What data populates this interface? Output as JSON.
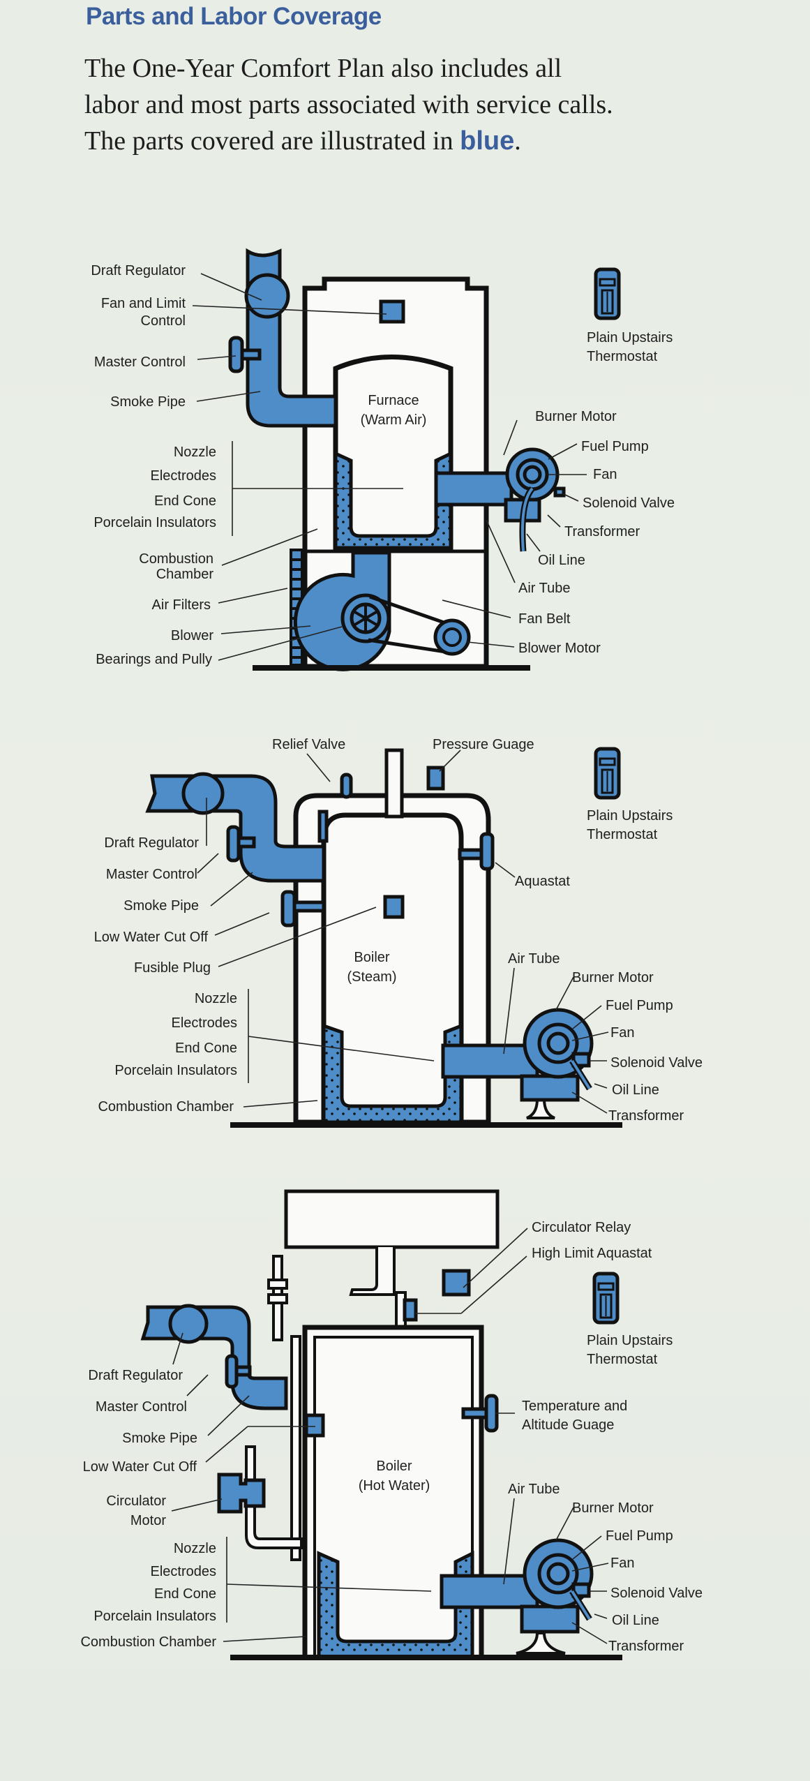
{
  "heading": "Parts and Labor Coverage",
  "intro": {
    "line1": "The One-Year Comfort Plan also includes all",
    "line2": "labor and most parts associated with service calls.",
    "line3_prefix": "The parts covered are illustrated in ",
    "line3_highlight": "blue",
    "line3_suffix": "."
  },
  "colors": {
    "covered_part_blue": "#4f8dc9",
    "heading_blue": "#3a5f9c",
    "outline": "#111111",
    "paper": "#e9eee6"
  },
  "diagrams": {
    "furnace": {
      "title_line1": "Furnace",
      "title_line2": "(Warm Air)",
      "labels": {
        "draft_regulator": "Draft Regulator",
        "fan_limit_1": "Fan and Limit",
        "fan_limit_2": "Control",
        "master_control": "Master Control",
        "smoke_pipe": "Smoke Pipe",
        "nozzle": "Nozzle",
        "electrodes": "Electrodes",
        "end_cone": "End Cone",
        "porcelain": "Porcelain Insulators",
        "combustion_1": "Combustion",
        "combustion_2": "Chamber",
        "air_filters": "Air Filters",
        "blower": "Blower",
        "bearings": "Bearings and Pully",
        "burner_motor": "Burner Motor",
        "fuel_pump": "Fuel Pump",
        "fan": "Fan",
        "solenoid": "Solenoid Valve",
        "transformer": "Transformer",
        "oil_line": "Oil Line",
        "air_tube": "Air Tube",
        "fan_belt": "Fan Belt",
        "blower_motor": "Blower Motor",
        "thermostat_1": "Plain Upstairs",
        "thermostat_2": "Thermostat"
      }
    },
    "steam": {
      "title_line1": "Boiler",
      "title_line2": "(Steam)",
      "labels": {
        "relief_valve": "Relief Valve",
        "pressure_gauge": "Pressure Guage",
        "draft_regulator": "Draft Regulator",
        "master_control": "Master Control",
        "smoke_pipe": "Smoke Pipe",
        "low_water": "Low Water Cut Off",
        "fusible_plug": "Fusible Plug",
        "nozzle": "Nozzle",
        "electrodes": "Electrodes",
        "end_cone": "End Cone",
        "porcelain": "Porcelain Insulators",
        "combustion": "Combustion Chamber",
        "aquastat": "Aquastat",
        "air_tube": "Air Tube",
        "burner_motor": "Burner Motor",
        "fuel_pump": "Fuel Pump",
        "fan": "Fan",
        "solenoid": "Solenoid Valve",
        "oil_line": "Oil Line",
        "transformer": "Transformer",
        "thermostat_1": "Plain Upstairs",
        "thermostat_2": "Thermostat"
      }
    },
    "hotwater": {
      "title_line1": "Boiler",
      "title_line2": "(Hot Water)",
      "labels": {
        "circulator_relay": "Circulator Relay",
        "high_limit": "High Limit Aquastat",
        "draft_regulator": "Draft Regulator",
        "master_control": "Master Control",
        "smoke_pipe": "Smoke Pipe",
        "low_water": "Low Water Cut Off",
        "circ_motor_1": "Circulator",
        "circ_motor_2": "Motor",
        "nozzle": "Nozzle",
        "electrodes": "Electrodes",
        "end_cone": "End Cone",
        "porcelain": "Porcelain Insulators",
        "combustion": "Combustion Chamber",
        "temp_gauge_1": "Temperature and",
        "temp_gauge_2": "Altitude Guage",
        "air_tube": "Air Tube",
        "burner_motor": "Burner Motor",
        "fuel_pump": "Fuel Pump",
        "fan": "Fan",
        "solenoid": "Solenoid Valve",
        "oil_line": "Oil Line",
        "transformer": "Transformer",
        "thermostat_1": "Plain Upstairs",
        "thermostat_2": "Thermostat"
      }
    }
  }
}
